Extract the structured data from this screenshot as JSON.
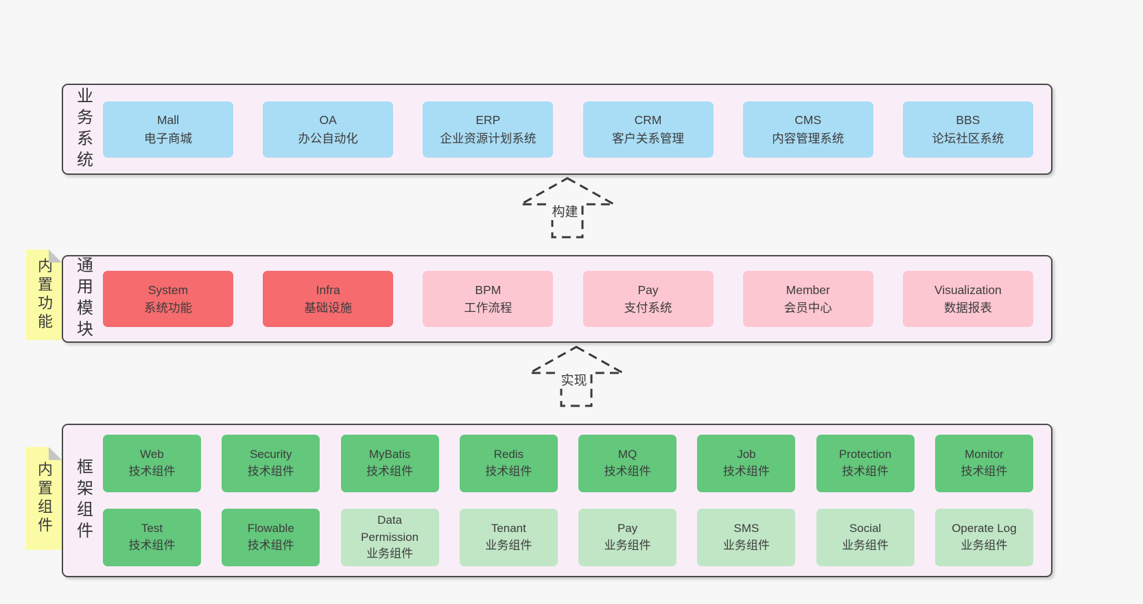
{
  "colors": {
    "page_bg": "#f7f7f7",
    "panel_bg": "#f9eef8",
    "panel_border": "#4a4a4a",
    "blue": "#a9ddf5",
    "red": "#f56b6e",
    "pink": "#fdc7d2",
    "green": "#63c77c",
    "green_light": "#c0e6c6",
    "note_yellow": "#fbfba5",
    "note_fold": "#c6c6c6",
    "text": "#3c3c3c"
  },
  "sections": [
    {
      "label": "业务系统",
      "boxes": [
        {
          "en": "Mall",
          "zh": "电子商城",
          "variant": "blue"
        },
        {
          "en": "OA",
          "zh": "办公自动化",
          "variant": "blue"
        },
        {
          "en": "ERP",
          "zh": "企业资源计划系统",
          "variant": "blue"
        },
        {
          "en": "CRM",
          "zh": "客户关系管理",
          "variant": "blue"
        },
        {
          "en": "CMS",
          "zh": "内容管理系统",
          "variant": "blue"
        },
        {
          "en": "BBS",
          "zh": "论坛社区系统",
          "variant": "blue"
        }
      ]
    },
    {
      "label": "通用模块",
      "note": "内置功能",
      "boxes": [
        {
          "en": "System",
          "zh": "系统功能",
          "variant": "red"
        },
        {
          "en": "Infra",
          "zh": "基础设施",
          "variant": "red"
        },
        {
          "en": "BPM",
          "zh": "工作流程",
          "variant": "pink"
        },
        {
          "en": "Pay",
          "zh": "支付系统",
          "variant": "pink"
        },
        {
          "en": "Member",
          "zh": "会员中心",
          "variant": "pink"
        },
        {
          "en": "Visualization",
          "zh": "数据报表",
          "variant": "pink"
        }
      ]
    },
    {
      "label": "框架组件",
      "note": "内置组件",
      "rows": [
        [
          {
            "en": "Web",
            "zh": "技术组件",
            "variant": "green"
          },
          {
            "en": "Security",
            "zh": "技术组件",
            "variant": "green"
          },
          {
            "en": "MyBatis",
            "zh": "技术组件",
            "variant": "green"
          },
          {
            "en": "Redis",
            "zh": "技术组件",
            "variant": "green"
          },
          {
            "en": "MQ",
            "zh": "技术组件",
            "variant": "green"
          },
          {
            "en": "Job",
            "zh": "技术组件",
            "variant": "green"
          },
          {
            "en": "Protection",
            "zh": "技术组件",
            "variant": "green"
          },
          {
            "en": "Monitor",
            "zh": "技术组件",
            "variant": "green"
          }
        ],
        [
          {
            "en": "Test",
            "zh": "技术组件",
            "variant": "green"
          },
          {
            "en": "Flowable",
            "zh": "技术组件",
            "variant": "green"
          },
          {
            "en": "Data Permission",
            "zh": "业务组件",
            "variant": "green-light"
          },
          {
            "en": "Tenant",
            "zh": "业务组件",
            "variant": "green-light"
          },
          {
            "en": "Pay",
            "zh": "业务组件",
            "variant": "green-light"
          },
          {
            "en": "SMS",
            "zh": "业务组件",
            "variant": "green-light"
          },
          {
            "en": "Social",
            "zh": "业务组件",
            "variant": "green-light"
          },
          {
            "en": "Operate Log",
            "zh": "业务组件",
            "variant": "green-light"
          }
        ]
      ]
    }
  ],
  "arrows": [
    {
      "label": "构建"
    },
    {
      "label": "实现"
    }
  ]
}
